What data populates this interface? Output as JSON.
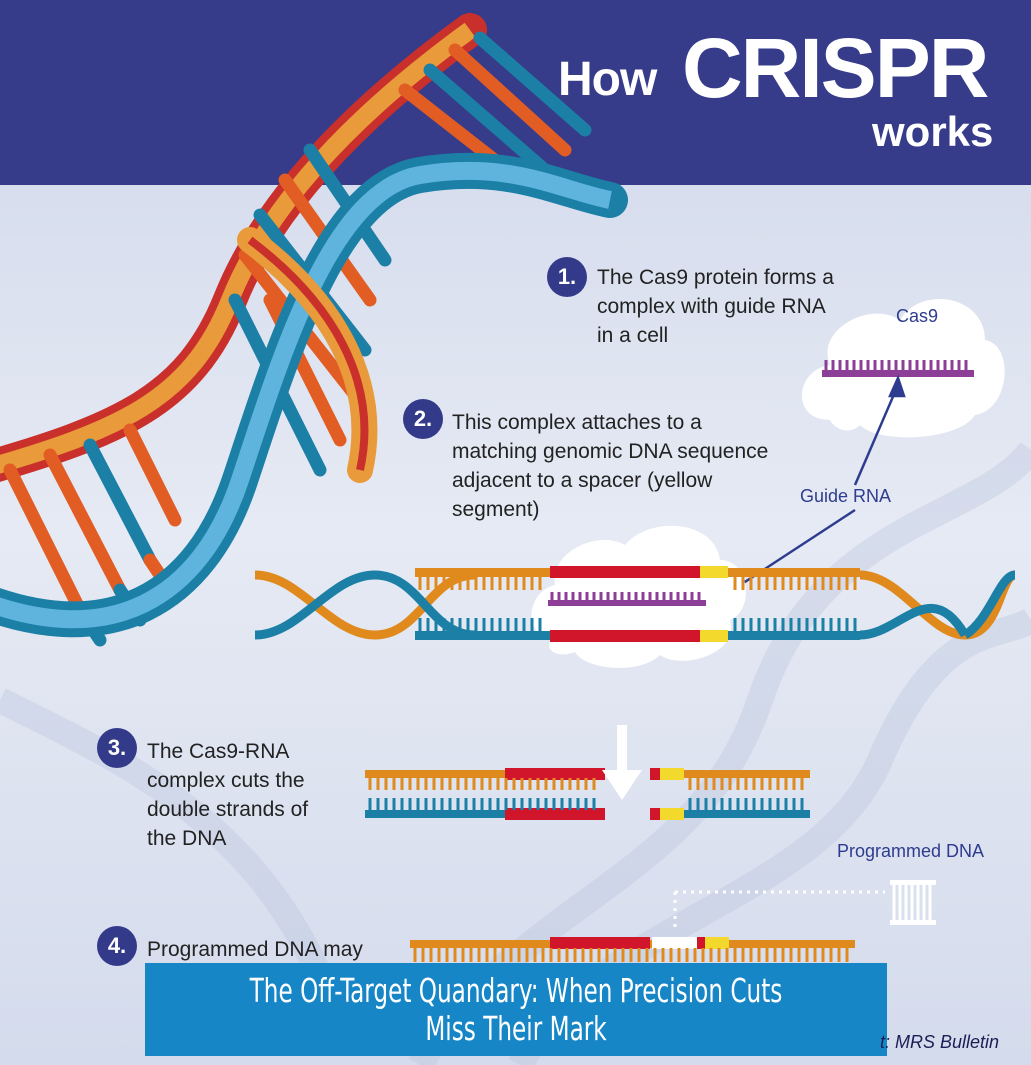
{
  "header": {
    "how": "How",
    "crispr": "CRISPR",
    "works": "works"
  },
  "steps": [
    {
      "num": "1.",
      "text": "The Cas9 protein forms a complex with guide RNA in a cell"
    },
    {
      "num": "2.",
      "text": "This complex attaches to a matching genomic DNA sequence adjacent to a spacer (yellow segment)"
    },
    {
      "num": "3.",
      "text": "The Cas9-RNA complex cuts the double strands of the DNA"
    },
    {
      "num": "4.",
      "text": "Programmed DNA may"
    }
  ],
  "labels": {
    "cas9": "Cas9",
    "guide_rna": "Guide RNA",
    "programmed_dna": "Programmed DNA"
  },
  "caption": "The Off-Target Quandary: When Precision Cuts Miss Their Mark",
  "credit": "t: MRS Bulletin",
  "colors": {
    "header_bg": "#363b8a",
    "orange": "#e08a1e",
    "teal": "#1b7fa6",
    "red": "#d1162c",
    "yellow": "#f3d92b",
    "purple": "#8d3f97",
    "caption_bg": "#1786c7"
  }
}
